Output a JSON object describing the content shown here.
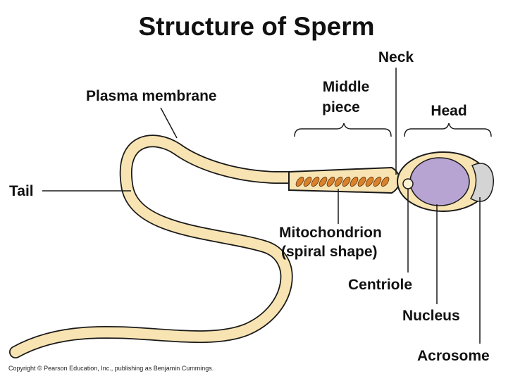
{
  "title": "Structure of Sperm",
  "labels": {
    "neck": "Neck",
    "middle_piece_line1": "Middle",
    "middle_piece_line2": "piece",
    "head": "Head",
    "plasma_membrane": "Plasma membrane",
    "tail": "Tail",
    "mitochondrion_line1": "Mitochondrion",
    "mitochondrion_line2": "(spiral shape)",
    "centriole": "Centriole",
    "nucleus": "Nucleus",
    "acrosome": "Acrosome"
  },
  "copyright": "Copyright © Pearson Education, Inc., publishing as Benjamin Cummings.",
  "colors": {
    "cell_body": "#f8e4b2",
    "outline": "#1a1a1a",
    "nucleus": "#b7a4d3",
    "acrosome": "#d4d4d4",
    "mitochondrion": "#d9822b",
    "centriole": "#fbf3d6"
  }
}
